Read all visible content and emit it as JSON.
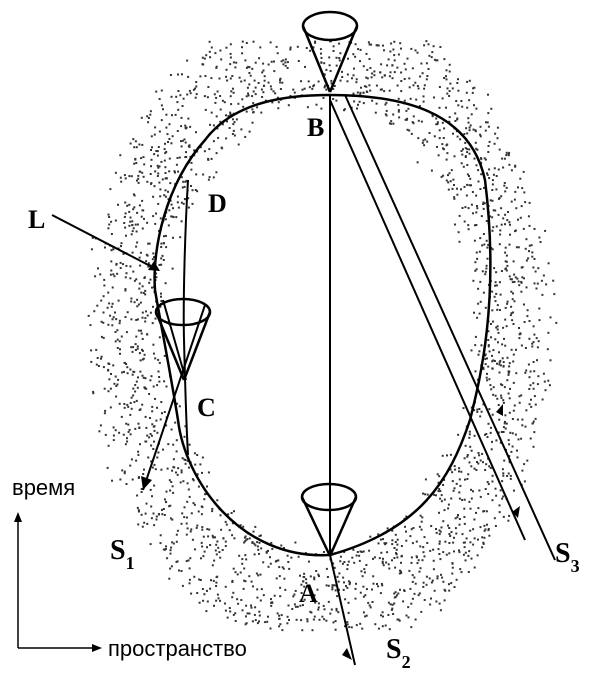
{
  "points": {
    "A": "A",
    "B": "B",
    "C": "C",
    "D": "D",
    "L": "L"
  },
  "signals": {
    "s1": {
      "letter": "S",
      "sub": "1"
    },
    "s2": {
      "letter": "S",
      "sub": "2"
    },
    "s3": {
      "letter": "S",
      "sub": "3"
    }
  },
  "axes": {
    "time": "время",
    "space": "пространство"
  }
}
